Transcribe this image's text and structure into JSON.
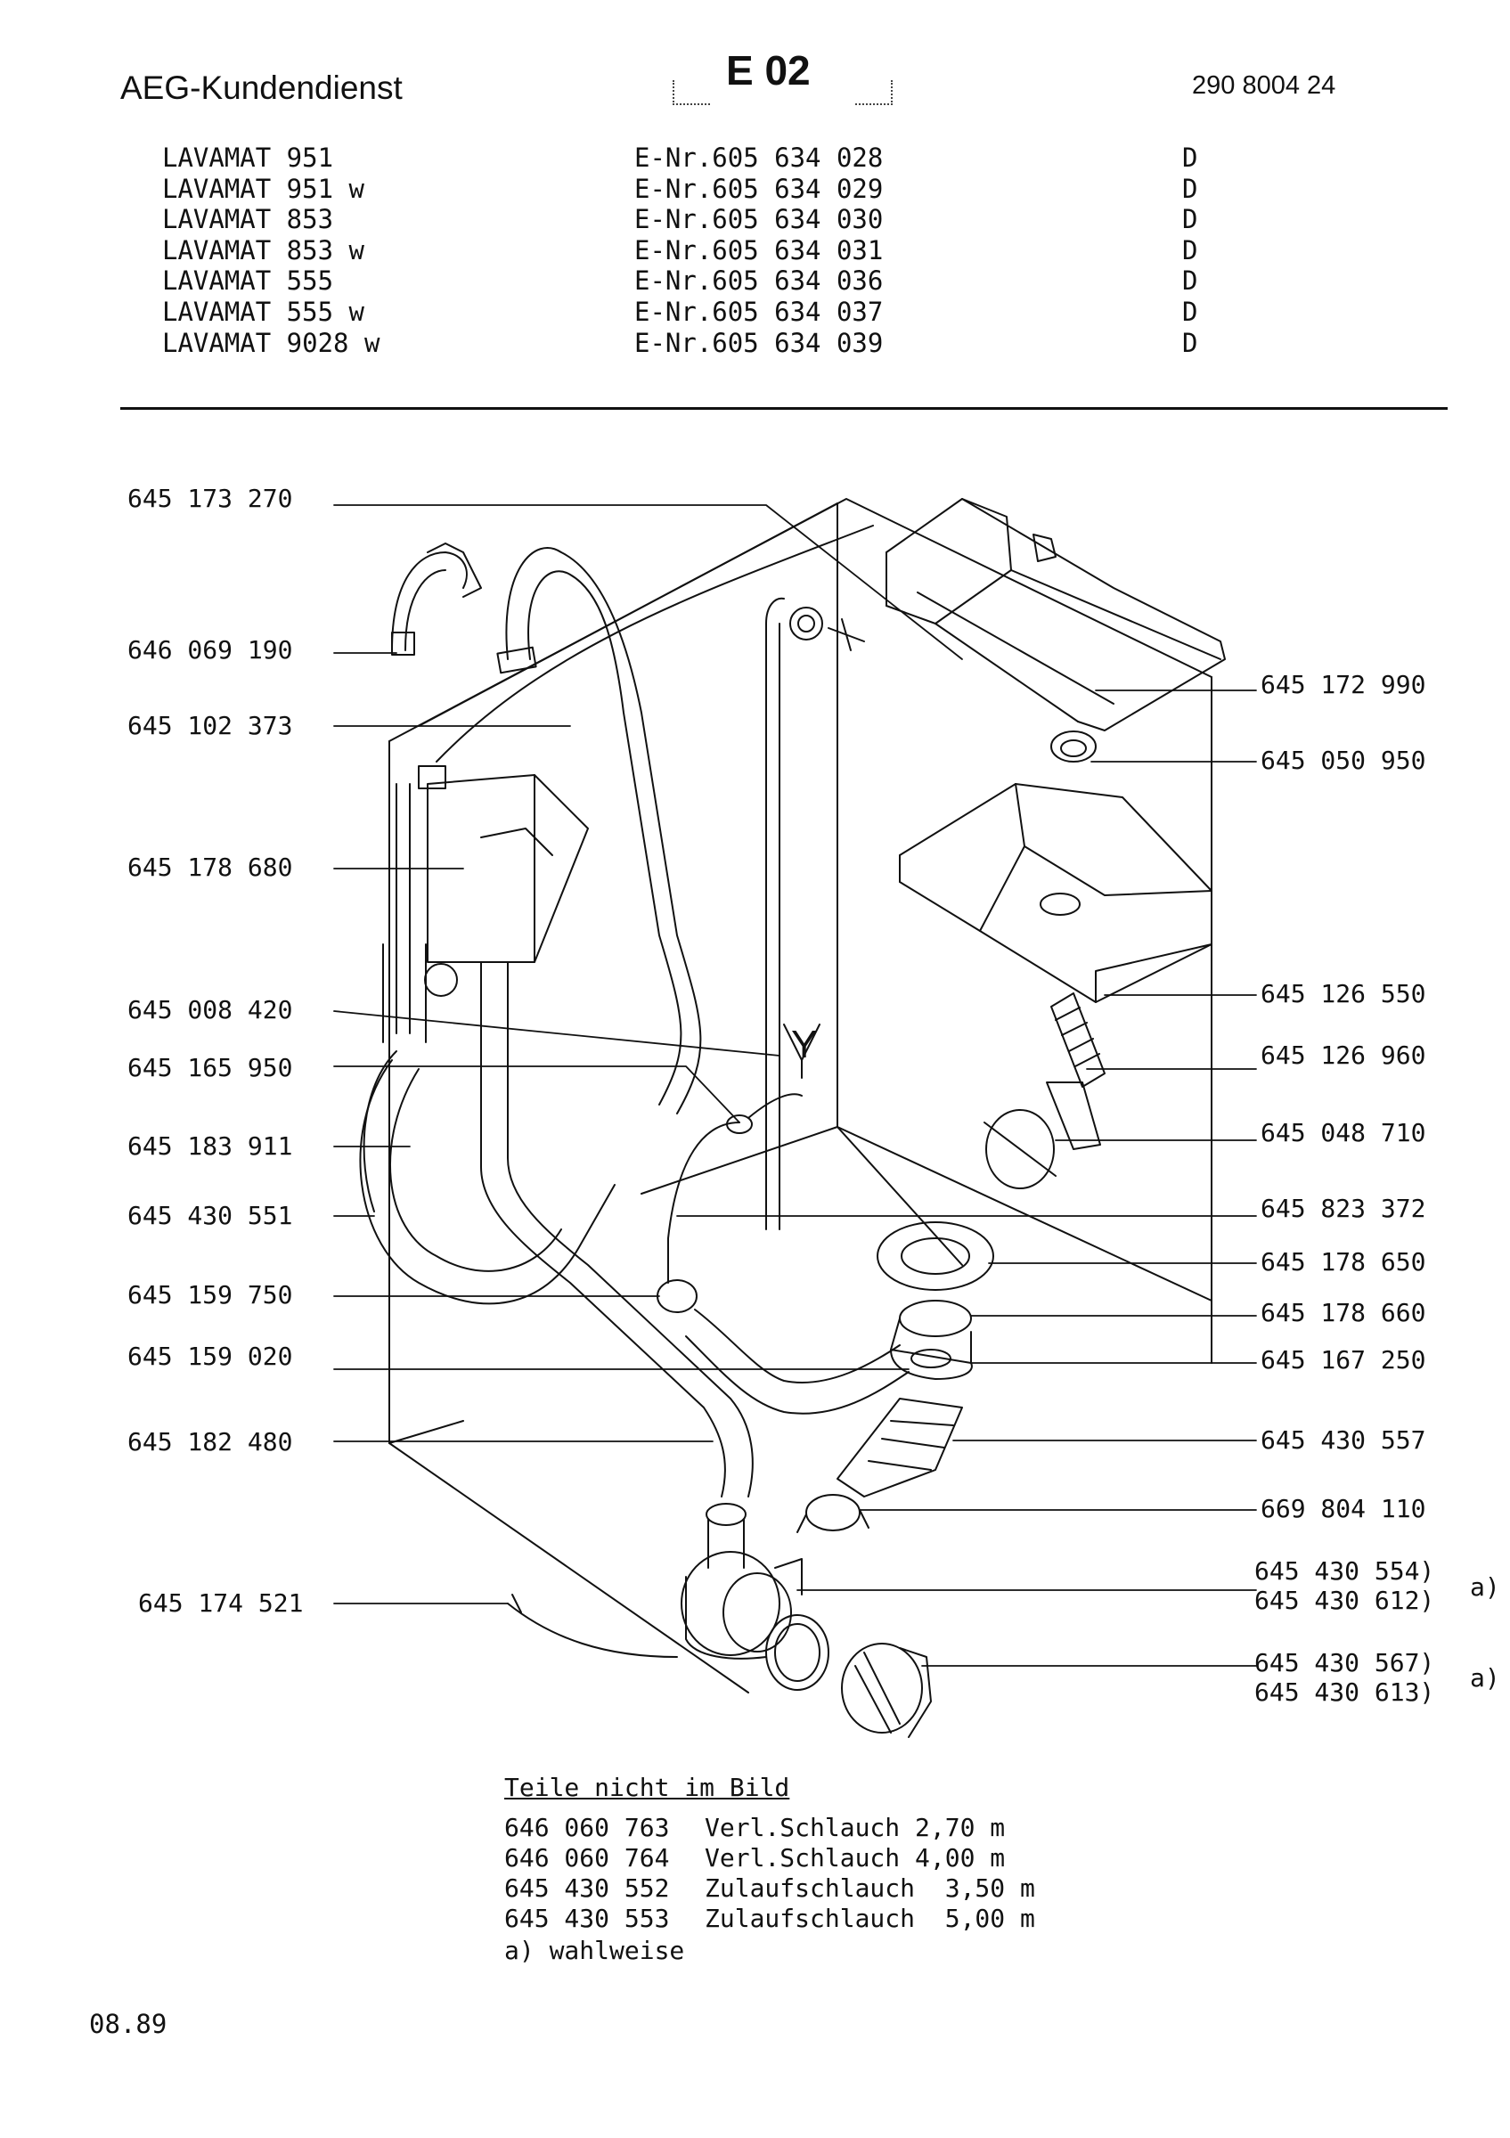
{
  "header": {
    "brand": "AEG-Kundendienst",
    "sheet_code": "E 02",
    "document_number": "290 8004 24"
  },
  "models": [
    {
      "name": "LAVAMAT 951",
      "enr": "E-Nr.605 634 028",
      "country": "D"
    },
    {
      "name": "LAVAMAT 951 w",
      "enr": "E-Nr.605 634 029",
      "country": "D"
    },
    {
      "name": "LAVAMAT 853",
      "enr": "E-Nr.605 634 030",
      "country": "D"
    },
    {
      "name": "LAVAMAT 853 w",
      "enr": "E-Nr.605 634 031",
      "country": "D"
    },
    {
      "name": "LAVAMAT 555",
      "enr": "E-Nr.605 634 036",
      "country": "D"
    },
    {
      "name": "LAVAMAT 555 w",
      "enr": "E-Nr.605 634 037",
      "country": "D"
    },
    {
      "name": "LAVAMAT 9028 w",
      "enr": "E-Nr.605 634 039",
      "country": "D"
    }
  ],
  "diagram": {
    "left_labels": [
      "645 173 270",
      "646 069 190",
      "645 102 373",
      "645 178 680",
      "645 008 420",
      "645 165 950",
      "645 183 911",
      "645 430 551",
      "645 159 750",
      "645 159 020",
      "645 182 480",
      "645 174 521"
    ],
    "right_labels": [
      "645 172 990",
      "645 050 950",
      "645 126 550",
      "645 126 960",
      "645 048 710",
      "645 823 372",
      "645 178 650",
      "645 178 660",
      "645 167 250",
      "645 430 557",
      "669 804 110",
      "645 430 554)",
      "645 430 612)",
      "645 430 567)",
      "645 430 613)"
    ],
    "option_marks": [
      "a)",
      "a)"
    ],
    "y_piece_glyph": "Y"
  },
  "not_pictured": {
    "title": "Teile nicht im Bild",
    "items": [
      {
        "part": "646 060 763",
        "desc": "Verl.Schlauch 2,70 m"
      },
      {
        "part": "646 060 764",
        "desc": "Verl.Schlauch 4,00 m"
      },
      {
        "part": "645 430 552",
        "desc": "Zulaufschlauch  3,50 m"
      },
      {
        "part": "645 430 553",
        "desc": "Zulaufschlauch  5,00 m"
      }
    ],
    "note": "a) wahlweise"
  },
  "footer": {
    "date": "08.89"
  }
}
